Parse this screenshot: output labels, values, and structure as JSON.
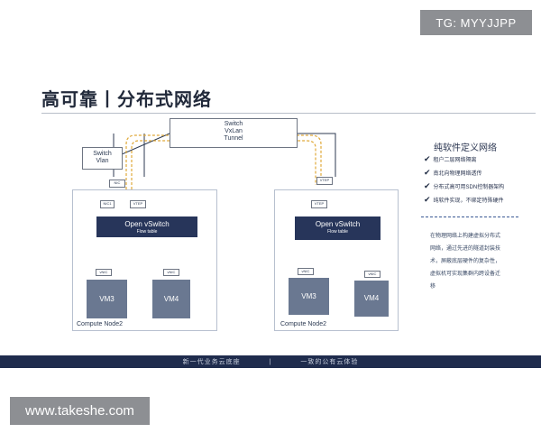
{
  "watermarks": {
    "top": "TG: MYYJJPP",
    "bottom": "www.takeshe.com"
  },
  "title": "高可靠丨分布式网络",
  "switch_vxlan": {
    "line1": "Switch",
    "line2": "VxLan",
    "line3": "Tunnel"
  },
  "switch_vlan": {
    "line1": "Switch",
    "line2": "Vlan"
  },
  "left_node": {
    "nic_top": "NIC",
    "nic_inner": "NIC1",
    "vtep": "VTEP",
    "ovs_name": "Open vSwitch",
    "ovs_sub": "Flow table",
    "vnic1": "vNIC",
    "vnic2": "vNIC",
    "vm_a": "VM3",
    "vm_b": "VM4",
    "label": "Compute Node2"
  },
  "right_node": {
    "nic_top": "VTEP",
    "vtep": "VTEP",
    "ovs_name": "Open vSwitch",
    "ovs_sub": "Flow table",
    "vnic1": "vNIC",
    "vnic2": "vNIC",
    "vm_a": "VM3",
    "vm_b": "VM4",
    "label": "Compute Node2"
  },
  "right_panel": {
    "title": "纯软件定义网络",
    "features": [
      "租户二层网络隔离",
      "南北向物理网络透传",
      "分布式高可用SDN控制器架构",
      "纯软件实现，不绑定特殊硬件"
    ],
    "description": [
      "在物理网络上构建虚拟分布式",
      "网络，通过先进的隧道封装技",
      "术，屏蔽底层硬件的复杂性，",
      "虚拟机可实现集群内跨设备迁",
      "移"
    ]
  },
  "footer": {
    "left": "新一代业务云底座",
    "sep": "|",
    "right": "一致的公有云体验"
  },
  "colors": {
    "navy": "#27355a",
    "vm": "#6a7891",
    "tunnel_orange": "#e0a93a",
    "footer": "#1f2c4d"
  }
}
